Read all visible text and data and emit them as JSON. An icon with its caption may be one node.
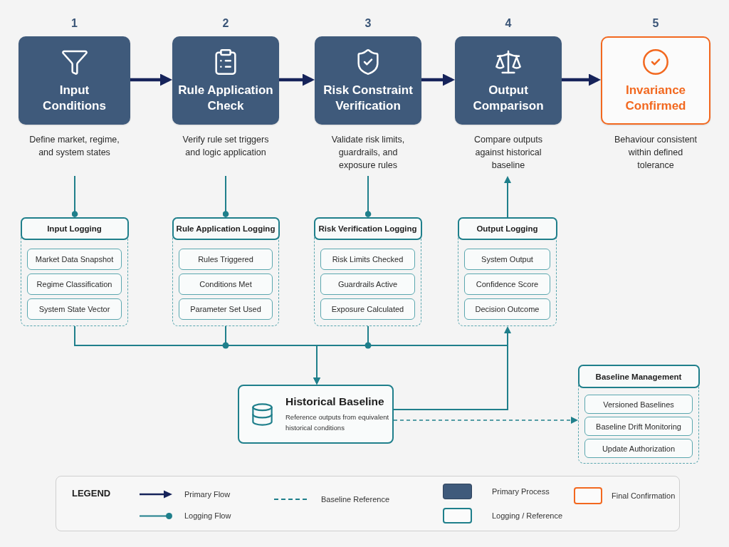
{
  "diagram": {
    "nodes": [
      {
        "text": [
          "Input Conditions",
          "Define market, regime, and system states"
        ],
        "beside": [
          "1"
        ]
      },
      {
        "text": [
          "Rule Application Check",
          "Verify rule set triggers and logic application"
        ],
        "beside": [
          "2"
        ]
      },
      {
        "text": [
          "Risk Constraint Verification",
          "Validate risk limits, guardrails, and exposure rules"
        ],
        "beside": [
          "3"
        ]
      },
      {
        "text": [
          "Output Comparison",
          "Compare outputs against historical baseline"
        ],
        "beside": [
          "4"
        ]
      },
      {
        "text": [
          "Invariance Confirmed",
          "Behaviour consistent within defined tolerance"
        ],
        "beside": [
          "5"
        ]
      },
      {
        "text": [
          "Input Logging"
        ]
      },
      {
        "text": [
          "Market Data Snapshot"
        ],
        "in": 5
      },
      {
        "text": [
          "Regime Classification"
        ],
        "in": 5
      },
      {
        "text": [
          "System State Vector"
        ],
        "in": 5
      },
      {
        "text": [
          "Rule Application Logging"
        ]
      },
      {
        "text": [
          "Rules Triggered"
        ],
        "in": 9
      },
      {
        "text": [
          "Conditions Met"
        ],
        "in": 9
      },
      {
        "text": [
          "Parameter Set Used"
        ],
        "in": 9
      },
      {
        "text": [
          "Risk Verification Logging"
        ]
      },
      {
        "text": [
          "Risk Limits Checked"
        ],
        "in": 13
      },
      {
        "text": [
          "Guardrails Active"
        ],
        "in": 13
      },
      {
        "text": [
          "Exposure Calculated"
        ],
        "in": 13
      },
      {
        "text": [
          "Output Logging"
        ]
      },
      {
        "text": [
          "System Output"
        ],
        "in": 17
      },
      {
        "text": [
          "Confidence Score"
        ],
        "in": 17
      },
      {
        "text": [
          "Decision Outcome"
        ],
        "in": 17
      },
      {
        "text": [
          "Historical Baseline",
          "Reference outputs from equivalent historical conditions"
        ]
      },
      {
        "text": [
          "Baseline Management"
        ]
      },
      {
        "text": [
          "Versioned Baselines"
        ],
        "in": 22
      },
      {
        "text": [
          "Baseline Drift Monitoring"
        ],
        "in": 22
      },
      {
        "text": [
          "Update Authorization"
        ],
        "in": 22
      }
    ],
    "edges": [
      {
        "from": 0,
        "to": 1,
        "arrow": "to",
        "style": "thick",
        "color": "#16235a"
      },
      {
        "from": 1,
        "to": 2,
        "arrow": "to",
        "style": "thick",
        "color": "#16235a"
      },
      {
        "from": 2,
        "to": 3,
        "arrow": "to",
        "style": "thick",
        "color": "#16235a"
      },
      {
        "from": 3,
        "to": 4,
        "arrow": "to",
        "style": "thick",
        "color": "#16235a"
      },
      {
        "from": 0,
        "to": 5,
        "arrow": "other"
      },
      {
        "from": 1,
        "to": 9,
        "arrow": "other"
      },
      {
        "from": 2,
        "to": 13,
        "arrow": "other"
      },
      {
        "from": 17,
        "to": 3,
        "arrow": "to"
      },
      {
        "from": 5,
        "to": 21,
        "arrow": "to"
      },
      {
        "from": 9,
        "to": 21,
        "arrow": "to"
      },
      {
        "from": 13,
        "to": 21,
        "arrow": "to"
      },
      {
        "from": 21,
        "to": 17,
        "arrow": "to"
      },
      {
        "from": 21,
        "to": 22,
        "arrow": "to",
        "style": "dashed"
      }
    ],
    "labels": [
      "LEGEND"
    ],
    "legend": [
      {
        "text": "Primary Flow"
      },
      {
        "text": "Logging Flow"
      },
      {
        "text": "Baseline Reference"
      },
      {
        "text": "Primary Process",
        "color": "#3f5a7b"
      },
      {
        "text": "Logging / Reference"
      },
      {
        "text": "Final Confirmation"
      }
    ]
  }
}
